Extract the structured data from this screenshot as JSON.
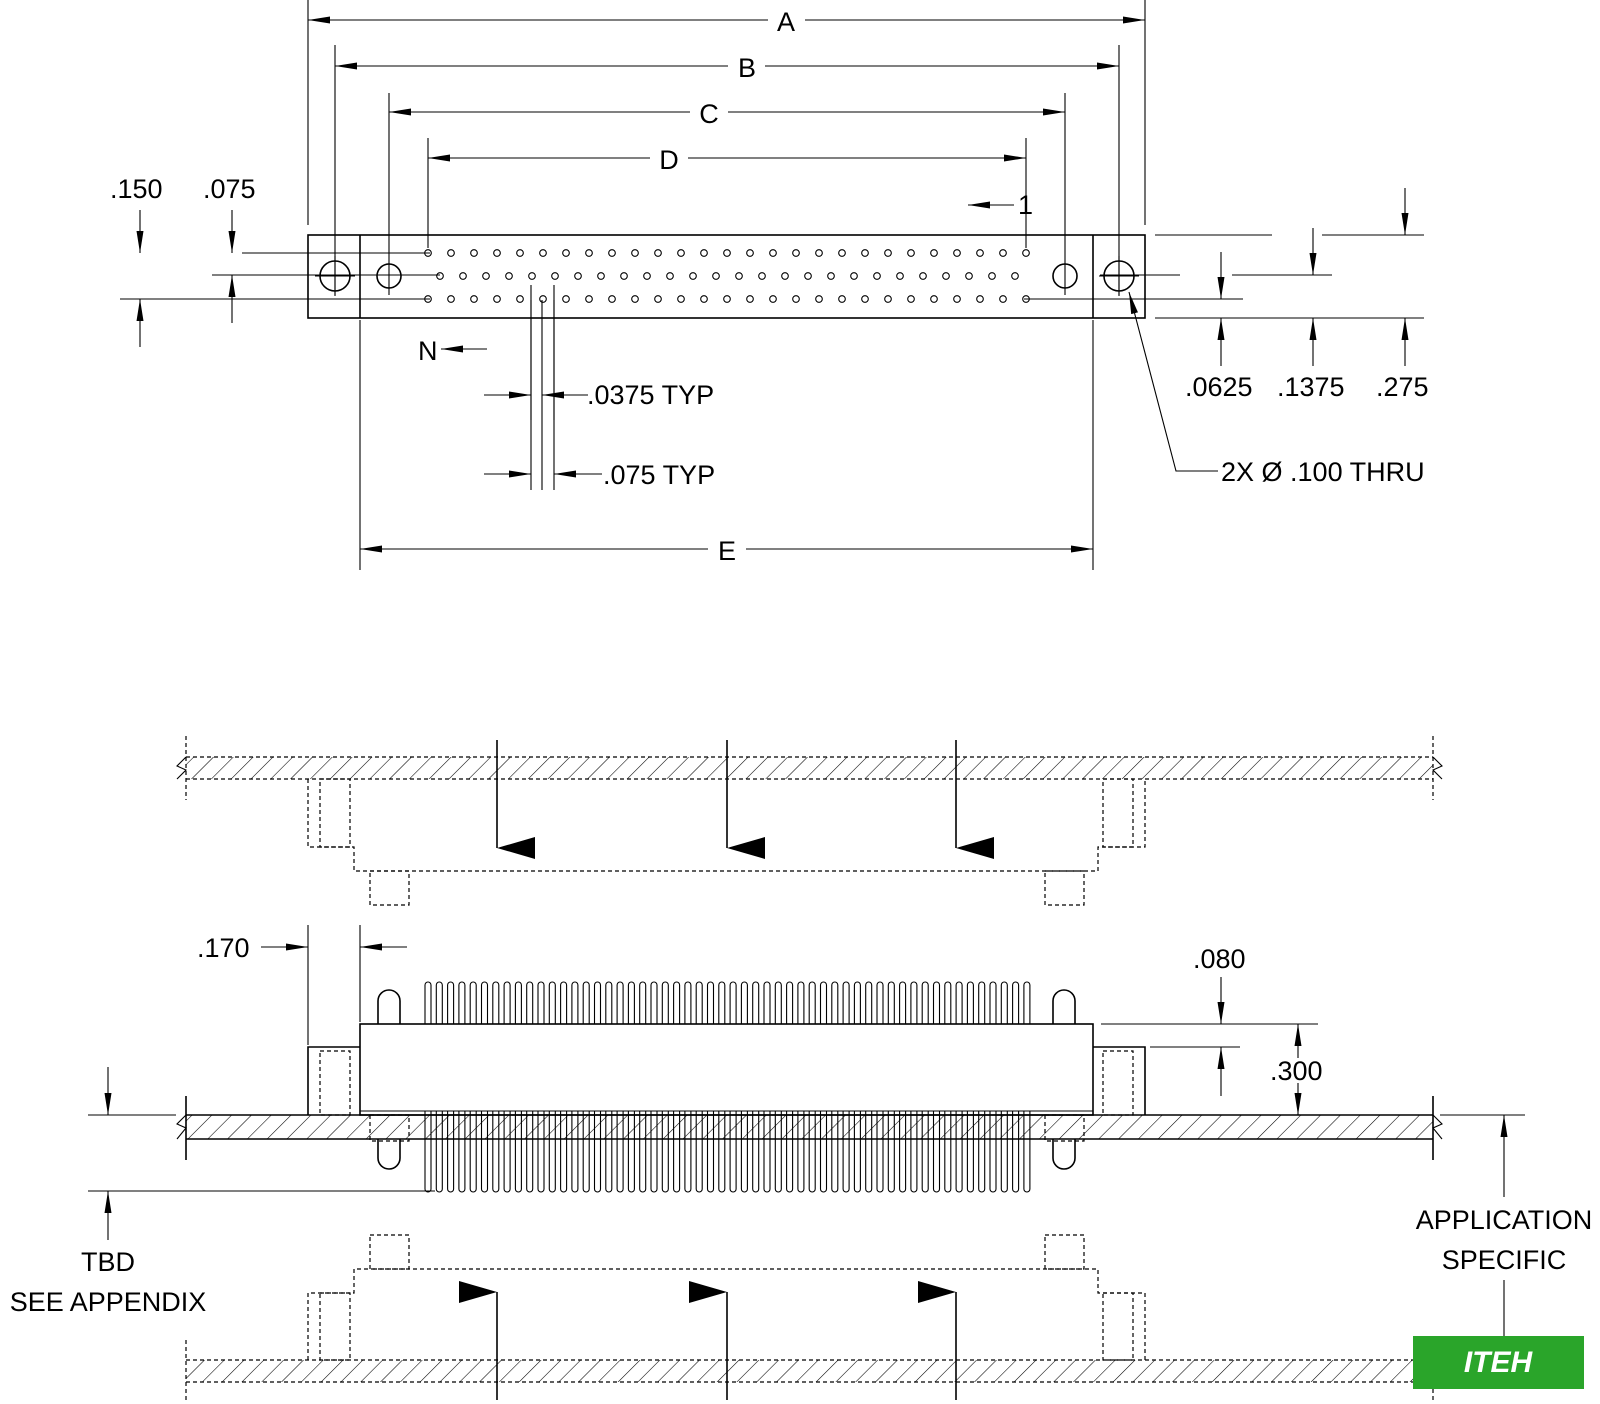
{
  "top_view": {
    "dims": {
      "a": "A",
      "b": "B",
      "c": "C",
      "d": "D",
      "e": "E",
      "d150": ".150",
      "d075": ".075",
      "d0625": ".0625",
      "d1375": ".1375",
      "d275": ".275",
      "pitch_small": ".0375 TYP",
      "pitch_big": ".075 TYP",
      "hole": "2X Ø .100 THRU",
      "pin1": "1",
      "pinN": "N"
    }
  },
  "side_view": {
    "dims": {
      "d170": ".170",
      "d080": ".080",
      "d300": ".300"
    },
    "notes": {
      "tbd_line1": "TBD",
      "tbd_line2": "SEE APPENDIX",
      "app_line1": "APPLICATION",
      "app_line2": "SPECIFIC"
    }
  },
  "logo": {
    "text": "ITEH",
    "color": "#2aa52a"
  }
}
